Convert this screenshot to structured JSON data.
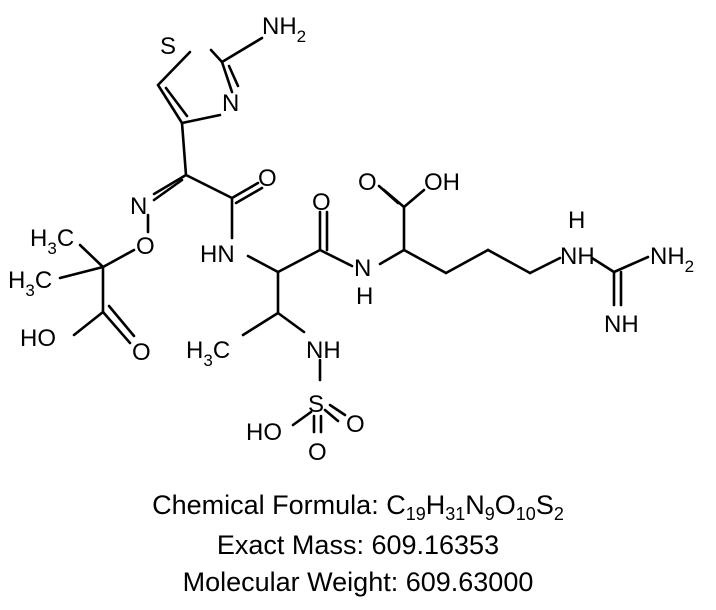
{
  "atoms": {
    "S_ring": "S",
    "N_ring": "N",
    "NH2_top": "NH",
    "NH2_top_sub": "2",
    "N_oxime": "N",
    "O_oxime": "O",
    "O_amide1": "O",
    "HN_amide1": "HN",
    "O_amide2": "O",
    "NH_amide2_N": "N",
    "NH_amide2_H": "H",
    "O_acid": "O",
    "OH_acid": "OH",
    "NH_guan": "NH",
    "H_guan": "H",
    "NH2_guan": "NH",
    "NH2_guan_sub": "2",
    "NH_imine": "NH",
    "H3C_1": "H",
    "H3C_1_sub": "3",
    "H3C_1_c": "C",
    "H3C_2": "H",
    "H3C_2_sub": "3",
    "H3C_2_c": "C",
    "HO_bottom": "HO",
    "O_bottom": "O",
    "H3C_3": "H",
    "H3C_3_sub": "3",
    "H3C_3_c": "C",
    "NH_sulf": "NH",
    "S_sulf": "S",
    "HO_sulf": "HO",
    "O_sulf_right": "O",
    "O_sulf_bottom": "O"
  },
  "caption": {
    "formula_label": "Chemical Formula: ",
    "formula_parts": [
      "C",
      "19",
      "H",
      "31",
      "N",
      "9",
      "O",
      "10",
      "S",
      "2"
    ],
    "mass_label": "Exact Mass: ",
    "mass_value": "609.16353",
    "mw_label": "Molecular Weight: ",
    "mw_value": "609.63000"
  }
}
